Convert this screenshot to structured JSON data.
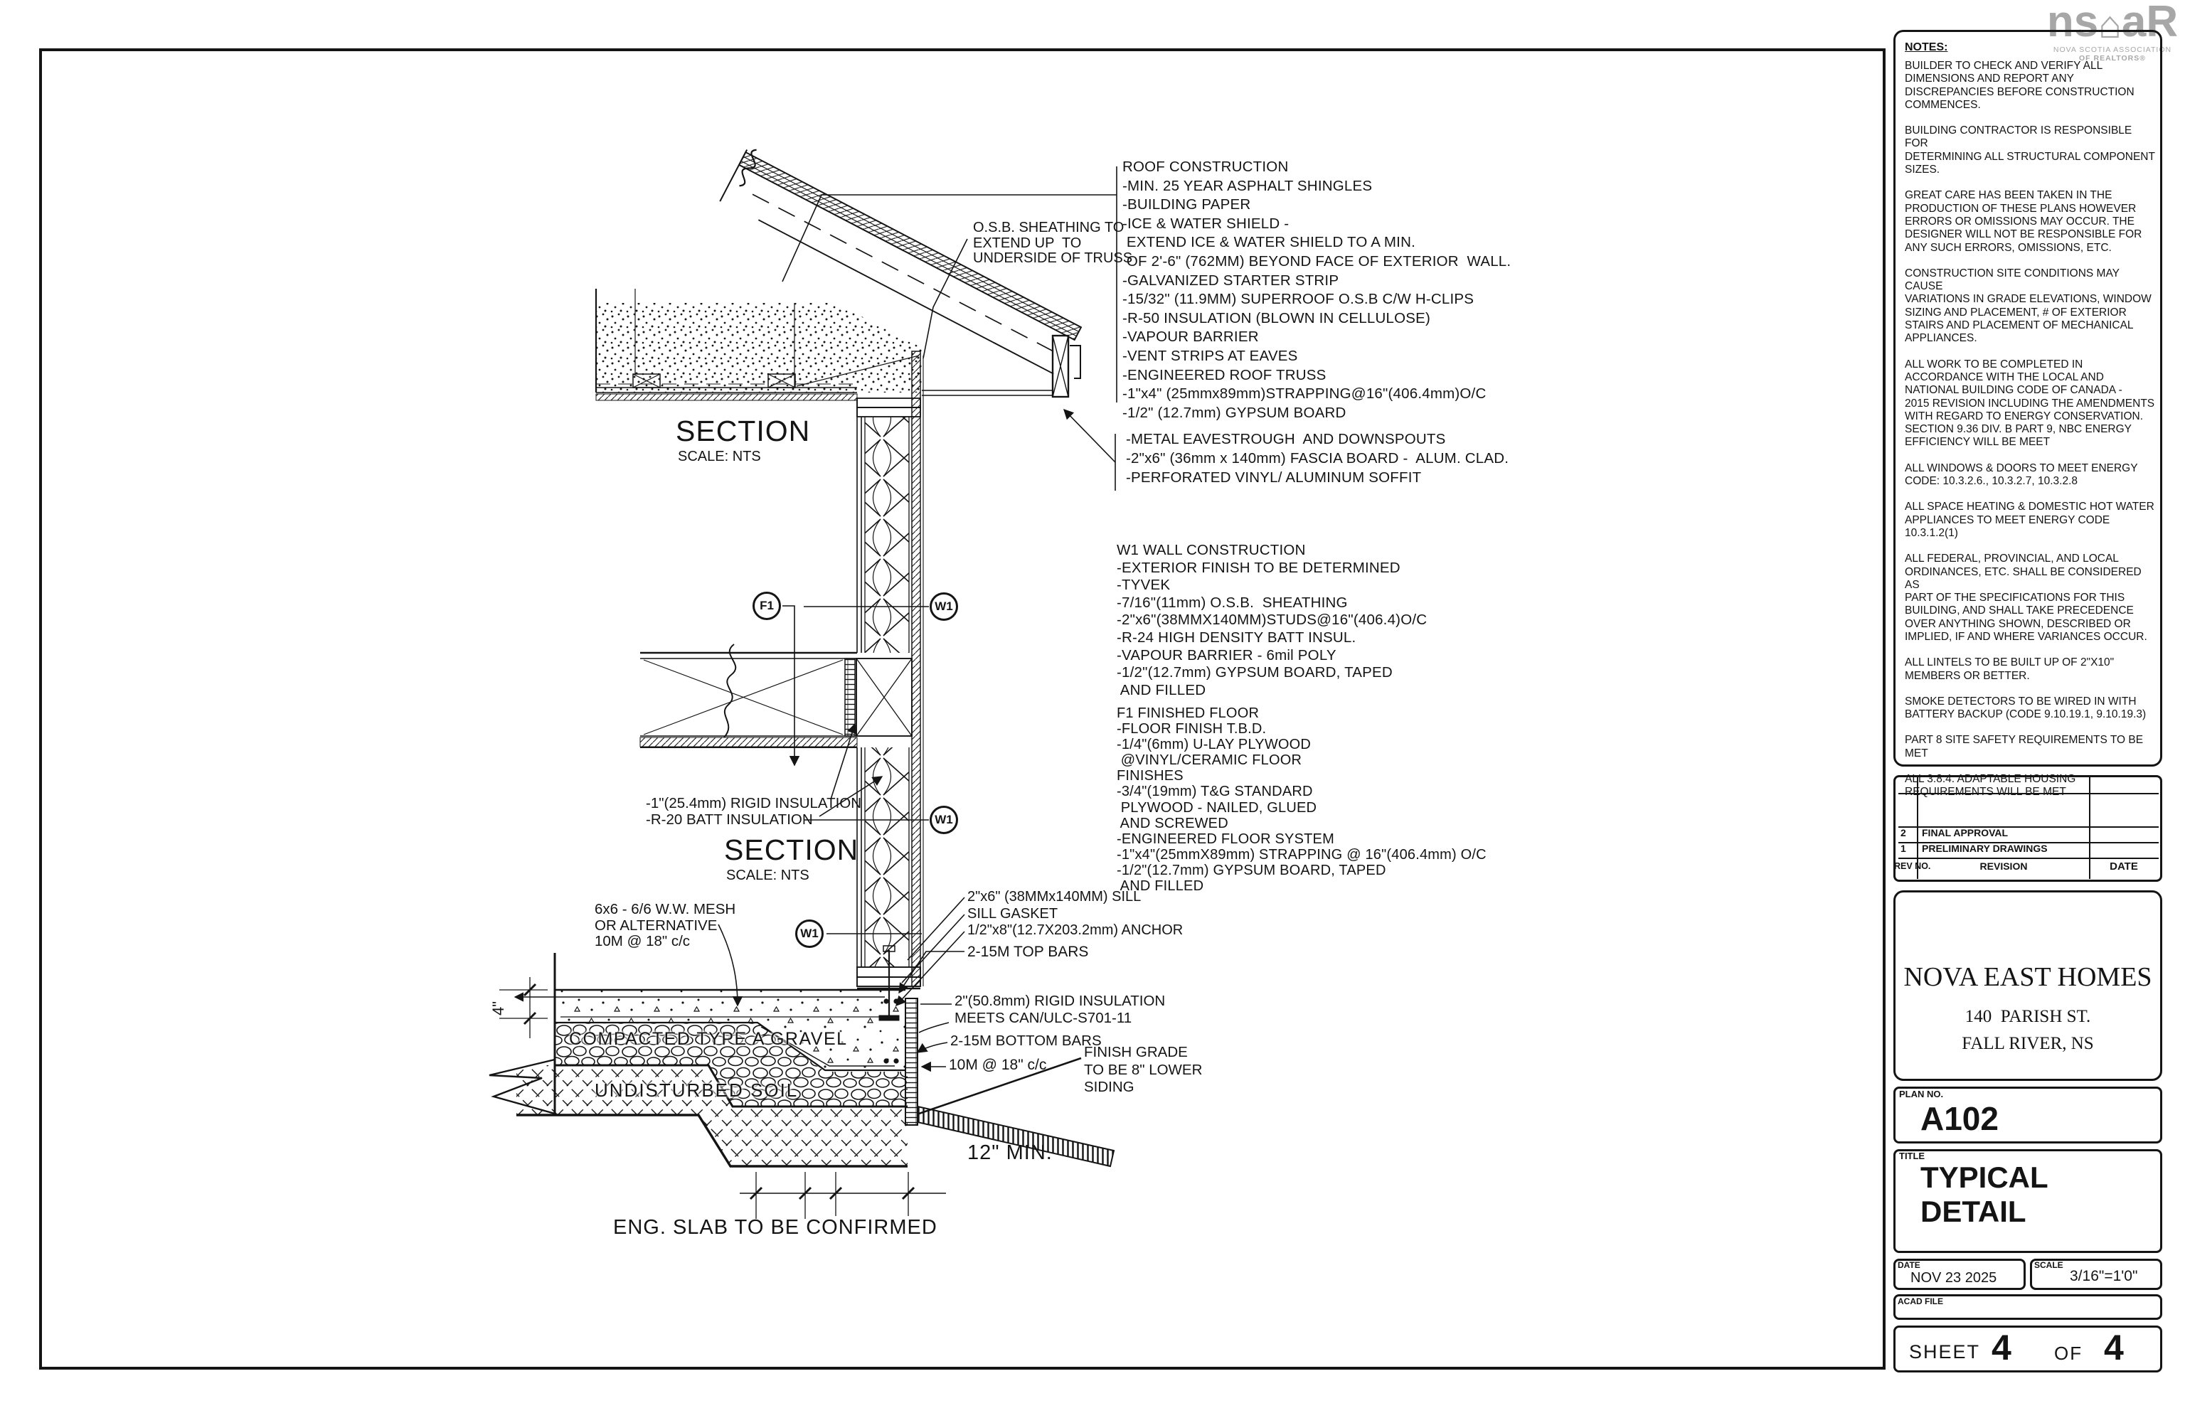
{
  "logo": {
    "word_left": "ns",
    "house_icon": "⌂",
    "word_right": "aR",
    "subtitle1": "NOVA SCOTIA ASSOCIATION",
    "subtitle2": "OF REALTORS®"
  },
  "notes": {
    "title": "NOTES:",
    "paragraphs": [
      [
        "BUILDER TO CHECK AND  VERIFY ALL",
        "DIMENSIONS AND REPORT ANY",
        "DISCREPANCIES BEFORE CONSTRUCTION",
        "COMMENCES."
      ],
      [
        "BUILDING CONTRACTOR IS RESPONSIBLE FOR",
        "DETERMINING ALL STRUCTURAL COMPONENT",
        "SIZES."
      ],
      [
        "GREAT CARE HAS BEEN TAKEN IN THE",
        "PRODUCTION OF THESE PLANS HOWEVER",
        "ERRORS OR OMISSIONS MAY OCCUR. THE",
        "DESIGNER WILL NOT BE RESPONSIBLE FOR",
        "ANY SUCH ERRORS, OMISSIONS, ETC."
      ],
      [
        "CONSTRUCTION SITE CONDITIONS MAY CAUSE",
        "VARIATIONS IN GRADE ELEVATIONS, WINDOW",
        "SIZING AND PLACEMENT, # OF EXTERIOR",
        "STAIRS AND PLACEMENT OF MECHANICAL",
        "APPLIANCES."
      ],
      [
        "ALL WORK TO BE COMPLETED IN",
        "ACCORDANCE WITH THE LOCAL AND",
        "NATIONAL BUILDING CODE OF CANADA -",
        "2015 REVISION INCLUDING THE AMENDMENTS",
        "WITH REGARD TO ENERGY CONSERVATION.",
        "SECTION 9.36 DIV. B PART 9, NBC ENERGY",
        "EFFICIENCY WILL BE MEET"
      ],
      [
        "ALL WINDOWS & DOORS TO MEET ENERGY",
        "CODE: 10.3.2.6., 10.3.2.7, 10.3.2.8"
      ],
      [
        "ALL SPACE HEATING & DOMESTIC HOT WATER",
        "APPLIANCES TO MEET ENERGY CODE",
        "10.3.1.2(1)"
      ],
      [
        "ALL FEDERAL, PROVINCIAL, AND LOCAL",
        "ORDINANCES, ETC. SHALL BE CONSIDERED AS",
        "PART OF THE SPECIFICATIONS FOR THIS",
        "BUILDING, AND SHALL TAKE PRECEDENCE",
        "OVER ANYTHING SHOWN, DESCRIBED OR",
        "IMPLIED, IF AND WHERE VARIANCES OCCUR."
      ],
      [
        "ALL LINTELS TO BE BUILT UP OF 2\"X10\"",
        "MEMBERS OR BETTER."
      ],
      [
        "SMOKE DETECTORS TO BE WIRED IN WITH",
        "BATTERY BACKUP (CODE 9.10.19.1, 9.10.19.3)"
      ],
      [
        "PART 8 SITE SAFETY REQUIREMENTS TO BE",
        "MET"
      ],
      [
        "ALL 3.8.4. ADAPTABLE HOUSING",
        "REQUIREMENTS WILL BE MET"
      ]
    ]
  },
  "roof_block": {
    "lines": [
      "ROOF CONSTRUCTION",
      "-MIN. 25 YEAR ASPHALT SHINGLES",
      "-BUILDING PAPER",
      "-ICE & WATER SHIELD -",
      " EXTEND ICE & WATER SHIELD TO A MIN.",
      " OF 2'-6\" (762MM) BEYOND FACE OF EXTERIOR  WALL.",
      "-GALVANIZED STARTER STRIP",
      "-15/32\" (11.9MM) SUPERROOF O.S.B C/W H-CLIPS",
      "-R-50 INSULATION (BLOWN IN CELLULOSE)",
      "-VAPOUR BARRIER",
      "-VENT STRIPS AT EAVES",
      "-ENGINEERED ROOF TRUSS",
      "-1\"x4\" (25mmx89mm)STRAPPING@16\"(406.4mm)O/C",
      "-1/2\" (12.7mm) GYPSUM BOARD"
    ]
  },
  "eaves_block": {
    "lines": [
      "-METAL EAVESTROUGH  AND DOWNSPOUTS",
      "-2\"x6\" (36mm x 140mm) FASCIA BOARD -  ALUM. CLAD.",
      "-PERFORATED VINYL/ ALUMINUM SOFFIT"
    ]
  },
  "wall_block": {
    "lines": [
      "W1 WALL CONSTRUCTION",
      "-EXTERIOR FINISH TO BE DETERMINED",
      "-TYVEK",
      "-7/16\"(11mm) O.S.B.  SHEATHING",
      "-2\"x6\"(38MMX140MM)STUDS@16\"(406.4)O/C",
      "-R-24 HIGH DENSITY BATT INSUL.",
      "-VAPOUR BARRIER - 6mil POLY",
      "-1/2\"(12.7mm) GYPSUM BOARD, TAPED",
      " AND FILLED"
    ]
  },
  "floor_block": {
    "lines": [
      "F1 FINISHED FLOOR",
      "-FLOOR FINISH T.B.D.",
      "-1/4\"(6mm) U-LAY PLYWOOD",
      " @VINYL/CERAMIC FLOOR",
      "FINISHES",
      "-3/4\"(19mm) T&G STANDARD",
      " PLYWOOD - NAILED, GLUED",
      " AND SCREWED",
      "-ENGINEERED FLOOR SYSTEM",
      "-1\"x4\"(25mmX89mm) STRAPPING @ 16\"(406.4mm) O/C",
      "-1/2\"(12.7mm) GYPSUM BOARD, TAPED",
      " AND FILLED"
    ]
  },
  "callouts": {
    "osb": [
      "O.S.B. SHEATHING TO",
      "EXTEND UP  TO",
      "UNDERSIDE OF TRUSS"
    ],
    "rigid_batt": [
      "-1\"(25.4mm) RIGID INSULATION",
      "-R-20 BATT INSULATION"
    ],
    "sill": [
      "2\"x6\" (38MMx140MM) SILL",
      "SILL GASKET",
      "1/2\"x8\"(12.7X203.2mm) ANCHOR"
    ],
    "top_bars": "2-15M TOP BARS",
    "mesh": [
      "6x6 - 6/6 W.W. MESH",
      "OR ALTERNATIVE",
      "10M @ 18\" c/c"
    ],
    "rigid2": [
      "2\"(50.8mm) RIGID INSULATION",
      "MEETS CAN/ULC-S701-11"
    ],
    "bottom_bars": "2-15M BOTTOM BARS",
    "bars10m": "10M @ 18\" c/c",
    "grade": [
      "FINISH GRADE",
      "TO BE 8\" LOWER",
      "SIDING"
    ],
    "gravel": "COMPACTED TYPE A GRAVEL",
    "soil": "UNDISTURBED SOIL",
    "min12": "12\" MIN.",
    "eng_slab": "ENG. SLAB TO BE CONFIRMED",
    "dim4": "4\""
  },
  "sections": {
    "upper_title": "SECTION",
    "upper_scale": "SCALE: NTS",
    "lower_title": "SECTION",
    "lower_scale": "SCALE: NTS"
  },
  "markers": {
    "f1": "F1",
    "w1": "W1"
  },
  "revision_table": {
    "rows": [
      {
        "no": "2",
        "revision": "FINAL APPROVAL",
        "date": ""
      },
      {
        "no": "1",
        "revision": "PRELIMINARY DRAWINGS",
        "date": ""
      }
    ],
    "headers": {
      "no": "REV NO.",
      "revision": "REVISION",
      "date": "DATE"
    }
  },
  "title_block": {
    "company": "NOVA EAST HOMES",
    "address1": "140  PARISH ST.",
    "address2": "FALL RIVER, NS",
    "plan_label": "PLAN NO.",
    "plan_no": "A102",
    "title_label": "TITLE",
    "title1": "TYPICAL",
    "title2": "DETAIL",
    "date_label": "DATE",
    "date": "NOV 23 2025",
    "scale_label": "SCALE",
    "scale": "3/16\"=1'0\"",
    "acad_label": "ACAD FILE",
    "sheet_label": "SHEET",
    "sheet_no": "4",
    "of_label": "OF",
    "sheet_total": "4"
  }
}
